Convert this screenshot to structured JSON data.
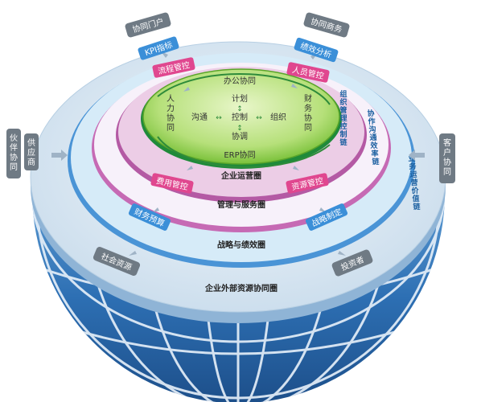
{
  "core": {
    "office": "办公协同",
    "hr": [
      "人",
      "力",
      "协",
      "同"
    ],
    "finance": [
      "财",
      "务",
      "协",
      "同"
    ],
    "plan": "计划",
    "control": "控制",
    "coordinate": "协调",
    "communicate": "沟通",
    "organize": "组织",
    "erp": "ERP协同"
  },
  "rings": {
    "operation": "企业运营圈",
    "management_service": "管理与服务圈",
    "strategy_performance": "战略与绩效圈",
    "external_resources": "企业外部资源协同圈"
  },
  "side_labels": {
    "org_control_chain": [
      "组",
      "织",
      "管",
      "理",
      "控",
      "制",
      "链"
    ],
    "collab_efficiency_chain": [
      "协",
      "作",
      "沟",
      "通",
      "效",
      "率",
      "链"
    ],
    "business_value_chain": [
      "业",
      "务",
      "运",
      "营",
      "价",
      "值",
      "链"
    ]
  },
  "inner_tags": {
    "process_control": "流程管控",
    "personnel_control": "人员管控",
    "expense_control": "费用管控",
    "resource_control": "资源管控"
  },
  "middle_tags": {
    "kpi": "KPI指标",
    "performance_analysis": "绩效分析",
    "financial_budget": "财务预算",
    "strategy_formulation": "战略制定"
  },
  "outer_tags": {
    "collab_portal": "协同门户",
    "collab_business": "协同商务",
    "supplier": [
      "供",
      "应",
      "商"
    ],
    "partner": [
      "伙",
      "伴",
      "协",
      "同"
    ],
    "customer": [
      "客",
      "户",
      "协",
      "同"
    ],
    "social_resources": "社会资源",
    "investor": "投资者"
  },
  "colors": {
    "core_green": "#9fd35a",
    "operation_ring": "#e6c3df",
    "management_ring": "#f4eef8",
    "strategy_ring": "#cfe6f6",
    "external_ring": "#dfeaf3",
    "sphere_blue": "#2d6fb3",
    "tag_pink": "#e0478f",
    "tag_blue": "#3b8fd8",
    "tag_gray": "#6f7a84"
  }
}
